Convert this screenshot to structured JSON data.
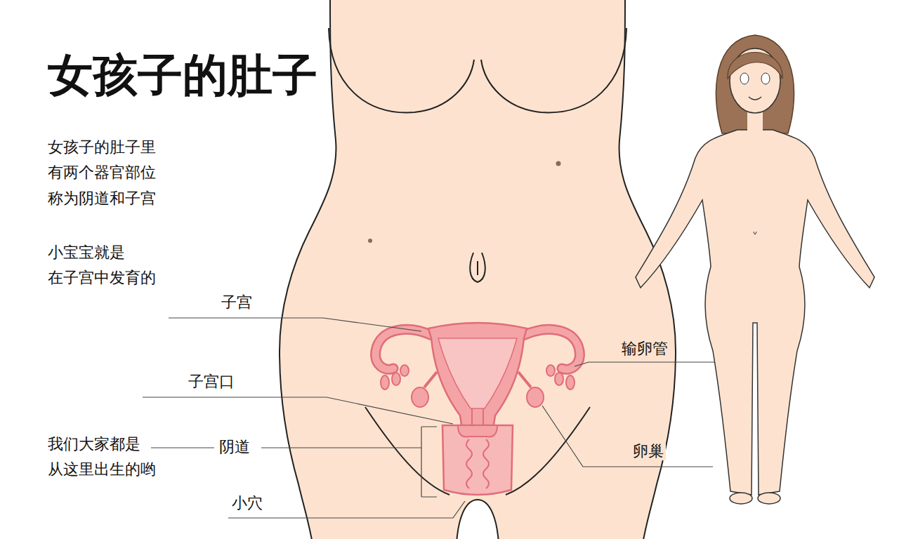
{
  "diagram": {
    "title": "女孩子的肚子",
    "labels": [
      "女孩子的肚子里 有两个器官部位 称为阴道和子宫",
      "小宝宝就是 在子宫中发育的",
      "子宫",
      "子宫口",
      "输卵管",
      "我们大家都是 从这里出生的哟",
      "阴道",
      "卵巢",
      "小穴"
    ]
  }
}
